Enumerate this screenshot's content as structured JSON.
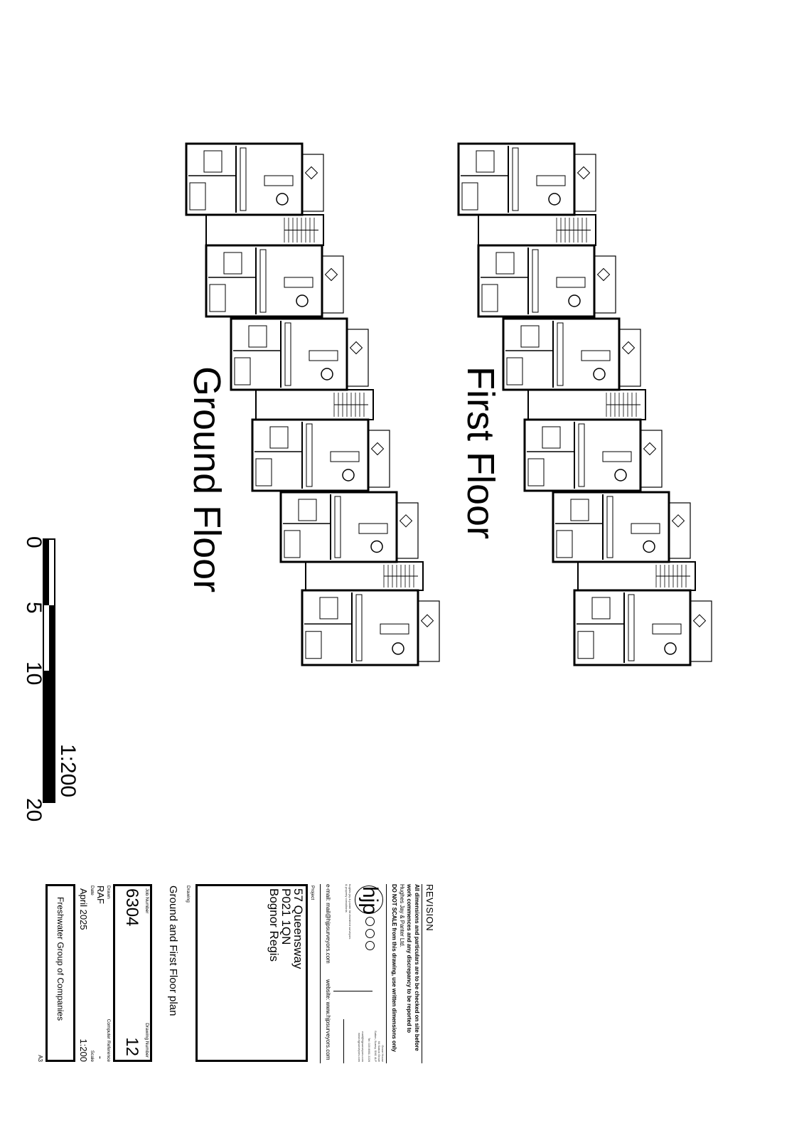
{
  "plans": {
    "ground_floor_label": "Ground Floor",
    "first_floor_label": "First Floor"
  },
  "scale_bar": {
    "ticks": [
      "0",
      "5",
      "10",
      "20"
    ],
    "scale_label": "1:200"
  },
  "title_block": {
    "revision_label": "REVISION",
    "disclaimer_bold_1": "All dimensions and particulars are to be checked on site before work commences and any discrepancy to be reported to",
    "disclaimer_company": "Hughes Jay & Panter Ltd.",
    "disclaimer_bold_2": "DO NOT SCALE from this drawing, use written dimensions only",
    "logo_text": "hjp",
    "company_tagline": "hughes jay & panter ltd chartered surveyors & property consultants",
    "address_lines": [
      "Grove House",
      "64 Sutton Grove",
      "Sutton, Surrey, SM1 4LP",
      "Tel: 020 8661 2226",
      "mail@hjpsurveyors.com",
      "www.hjpsurveyors.com"
    ],
    "email": "e-mail:  mail@hjpsurveyors.com",
    "website": "website: www.hjpsurveyors.com",
    "project_label": "Project",
    "project_lines": [
      "57 Queensway",
      "P021 1QN",
      "Bognor Regis"
    ],
    "drawing_label": "Drawing",
    "drawing_title": "Ground and First Floor plan",
    "job_number_label": "Job Number",
    "job_number": "6304",
    "drawing_number_label": "Drawing Number",
    "drawing_number": "12",
    "drawn_label": "Drawn",
    "drawn_value": "RAF",
    "computer_reference_label": "Computer Reference",
    "computer_reference_value": "-",
    "date_label": "Date",
    "date_value": "April 2025",
    "scale_label": "Scale",
    "scale_value": "1:200",
    "client": "Freshwater Group of Companies",
    "sheet_size": "A3"
  }
}
